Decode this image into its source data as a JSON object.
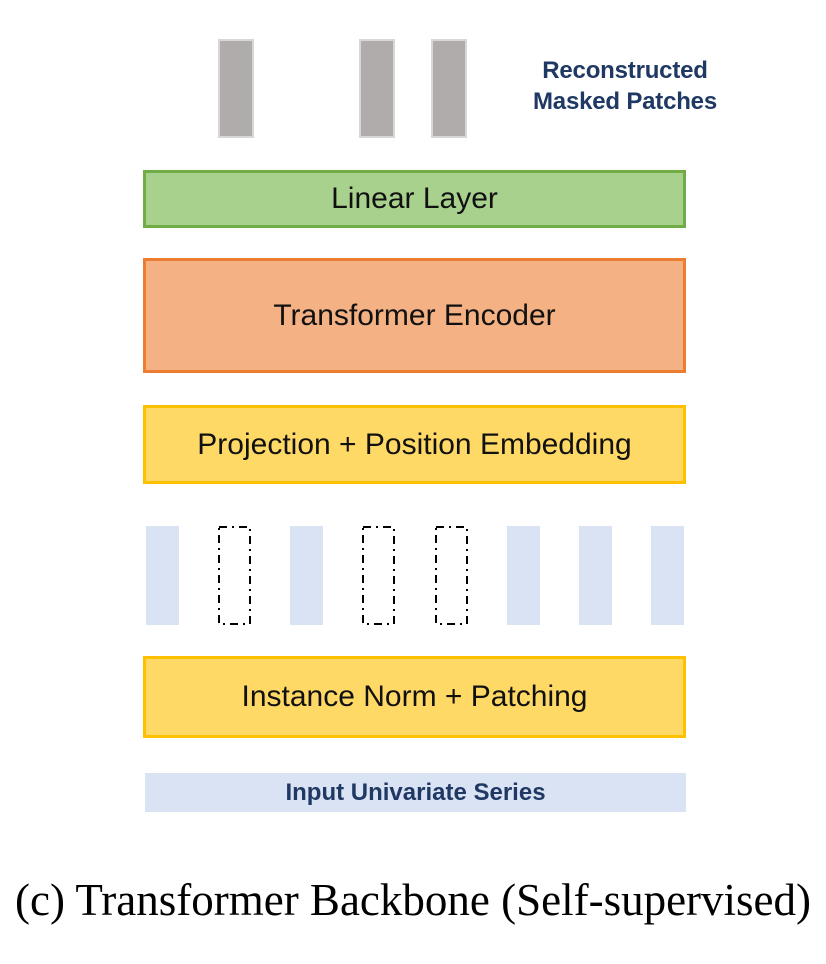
{
  "diagram": {
    "recon_label": {
      "line1": "Reconstructed",
      "line2": "Masked Patches"
    },
    "top_reconstructed_patches": [
      "reconstructed-patch",
      "reconstructed-patch",
      "reconstructed-patch"
    ],
    "boxes": {
      "linear": {
        "label": "Linear Layer"
      },
      "encoder": {
        "label": "Transformer Encoder"
      },
      "projection": {
        "label": "Projection + Position Embedding"
      },
      "instance": {
        "label": "Instance Norm + Patching"
      }
    },
    "patch_row": [
      "visible",
      "masked",
      "visible",
      "masked",
      "masked",
      "visible",
      "visible",
      "visible"
    ],
    "input_bar": {
      "label": "Input Univariate Series"
    },
    "caption": "(c) Transformer Backbone (Self-supervised)",
    "colors": {
      "navy": "#1f3864",
      "green_fill": "#a9d18e",
      "green_border": "#70ad47",
      "orange_fill": "#f4b183",
      "orange_border": "#ed7d31",
      "gold_fill": "#ffd965",
      "gold_border": "#ffc000",
      "patch_blue": "#dae3f3",
      "gray_fill": "#b0acab",
      "gray_edge": "#d9d7d6"
    }
  }
}
